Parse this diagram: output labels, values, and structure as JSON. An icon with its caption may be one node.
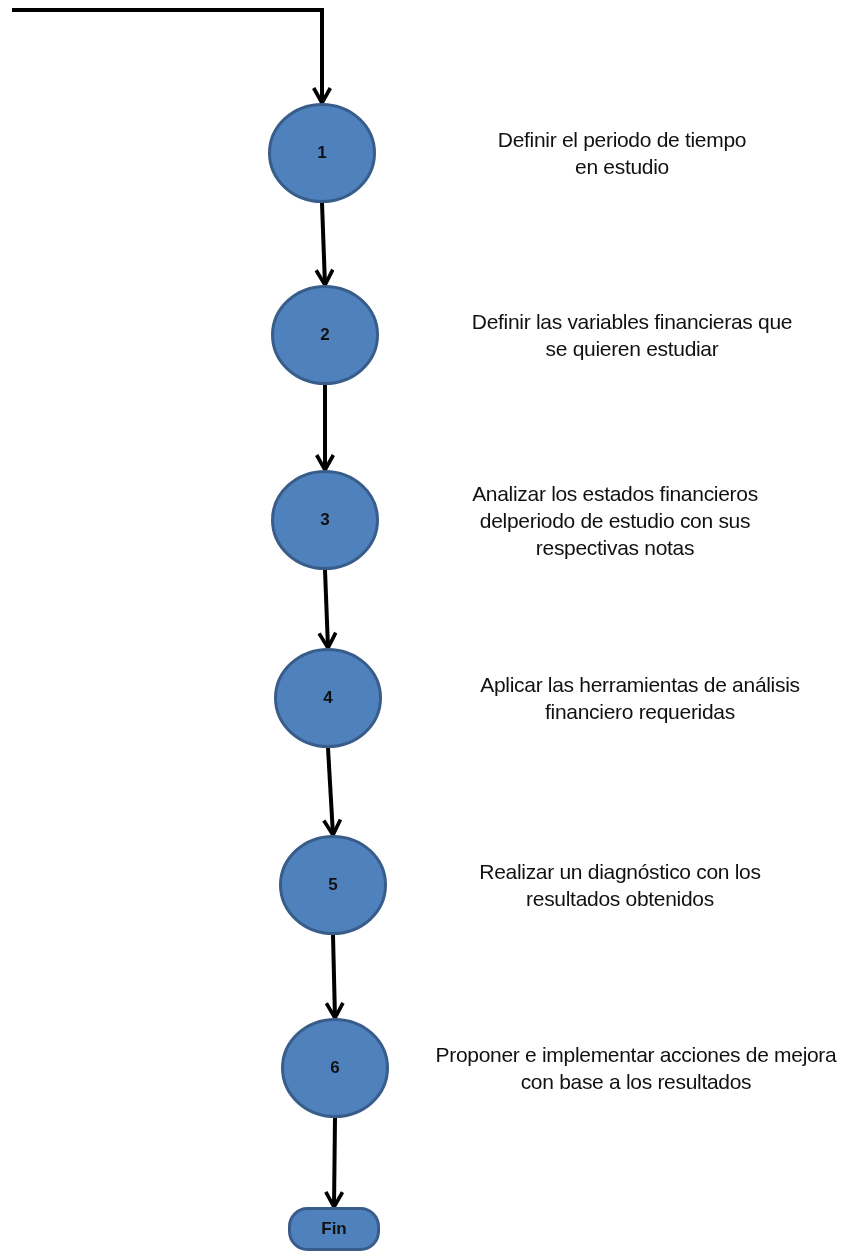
{
  "diagram": {
    "nodes": [
      {
        "text": [
          "1"
        ]
      },
      {
        "text": [
          "2"
        ]
      },
      {
        "text": [
          "3"
        ]
      },
      {
        "text": [
          "4"
        ]
      },
      {
        "text": [
          "5"
        ]
      },
      {
        "text": [
          "6"
        ]
      },
      {
        "text": [
          "Fin"
        ]
      }
    ],
    "edges": [
      {
        "from": null,
        "to": 0,
        "arrow": "to"
      },
      {
        "from": 0,
        "to": 1,
        "arrow": "to"
      },
      {
        "from": 1,
        "to": 2,
        "arrow": "to"
      },
      {
        "from": 2,
        "to": 3,
        "arrow": "to"
      },
      {
        "from": 3,
        "to": 4,
        "arrow": "to"
      },
      {
        "from": 4,
        "to": 5,
        "arrow": "to"
      },
      {
        "from": 5,
        "to": 6,
        "arrow": "to"
      }
    ],
    "labels": [
      "Definir el periodo de tiempo en estudio",
      "Definir las variables financieras que se quieren estudiar",
      "Analizar los estados financieros delperiodo de estudio con sus respectivas notas",
      "Aplicar las herramientas de análisis financiero requeridas",
      "Realizar un diagnóstico con los resultados obtenidos",
      "Proponer e implementar acciones de mejora  con base a los resultados"
    ]
  }
}
